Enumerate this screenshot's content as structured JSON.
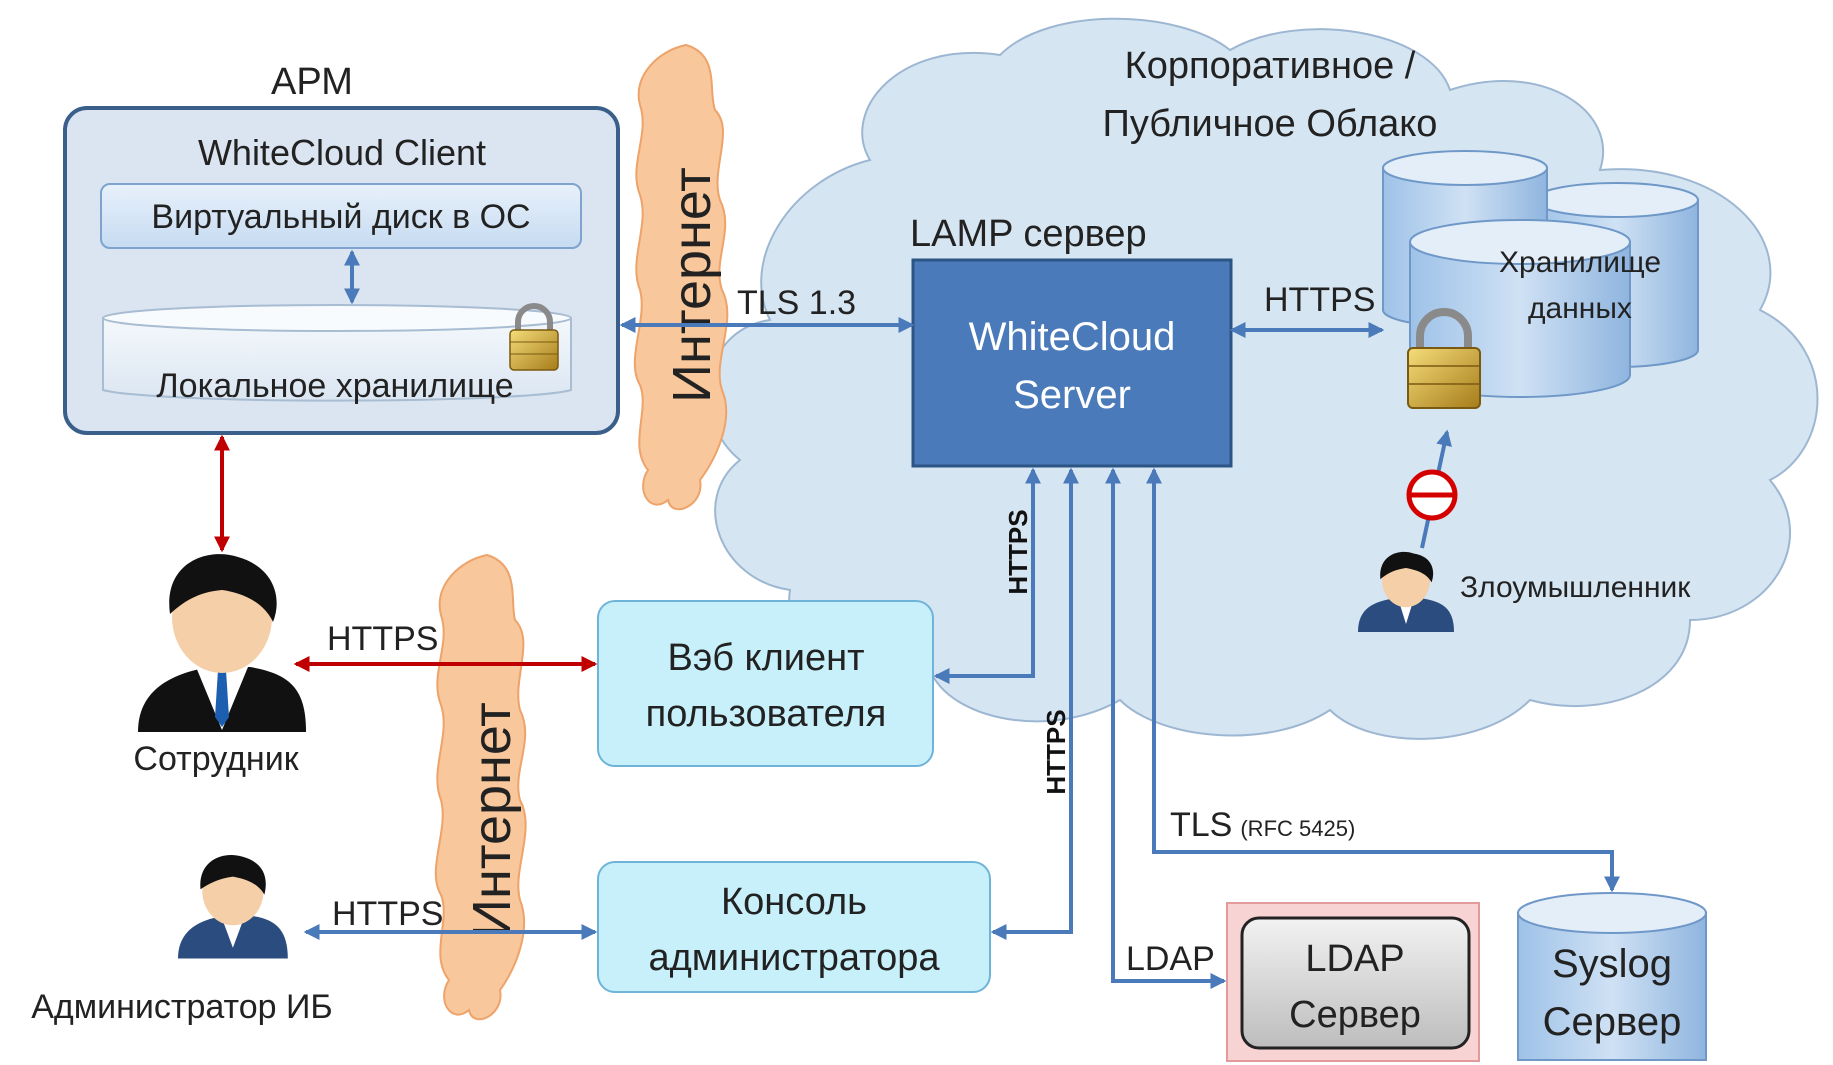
{
  "cloud": {
    "title_line1": "Корпоративное /",
    "title_line2": "Публичное Облако"
  },
  "arm": {
    "label": "АРМ",
    "client_title": "WhiteCloud Client",
    "virtual_disk": "Виртуальный диск в ОС",
    "local_storage": "Локальное хранилище"
  },
  "internet": {
    "label": "Интернет"
  },
  "server": {
    "caption": "LAMP сервер",
    "line1": "WhiteCloud",
    "line2": "Server"
  },
  "storage": {
    "line1": "Хранилище",
    "line2": "данных"
  },
  "attacker": {
    "label": "Злоумышленник"
  },
  "employee": {
    "label": "Сотрудник"
  },
  "admin": {
    "label": "Администратор ИБ"
  },
  "web_client": {
    "line1": "Вэб клиент",
    "line2": "пользователя"
  },
  "admin_console": {
    "line1": "Консоль",
    "line2": "администратора"
  },
  "ldap_server": {
    "line1": "LDAP",
    "line2": "Сервер"
  },
  "syslog_server": {
    "line1": "Syslog",
    "line2": "Сервер"
  },
  "protocols": {
    "tls13": "TLS 1.3",
    "https_storage": "HTTPS",
    "https_web_vertical": "HTTPS",
    "https_admin_vertical": "HTTPS",
    "https_employee": "HTTPS",
    "https_admin": "HTTPS",
    "tls_syslog": "TLS",
    "tls_syslog_rfc": "(RFC 5425)",
    "ldap": "LDAP"
  },
  "colors": {
    "cloud_fill": "#d6e5f2",
    "cloud_stroke": "#9db7d2",
    "server_fill": "#4a7ab9",
    "box_fill_light": "#c8f0fa",
    "arrow_blue": "#4a7ab9",
    "arrow_red": "#c00000",
    "ldap_frame": "#f8d3d3",
    "internet_orange": "#f8c79b"
  }
}
